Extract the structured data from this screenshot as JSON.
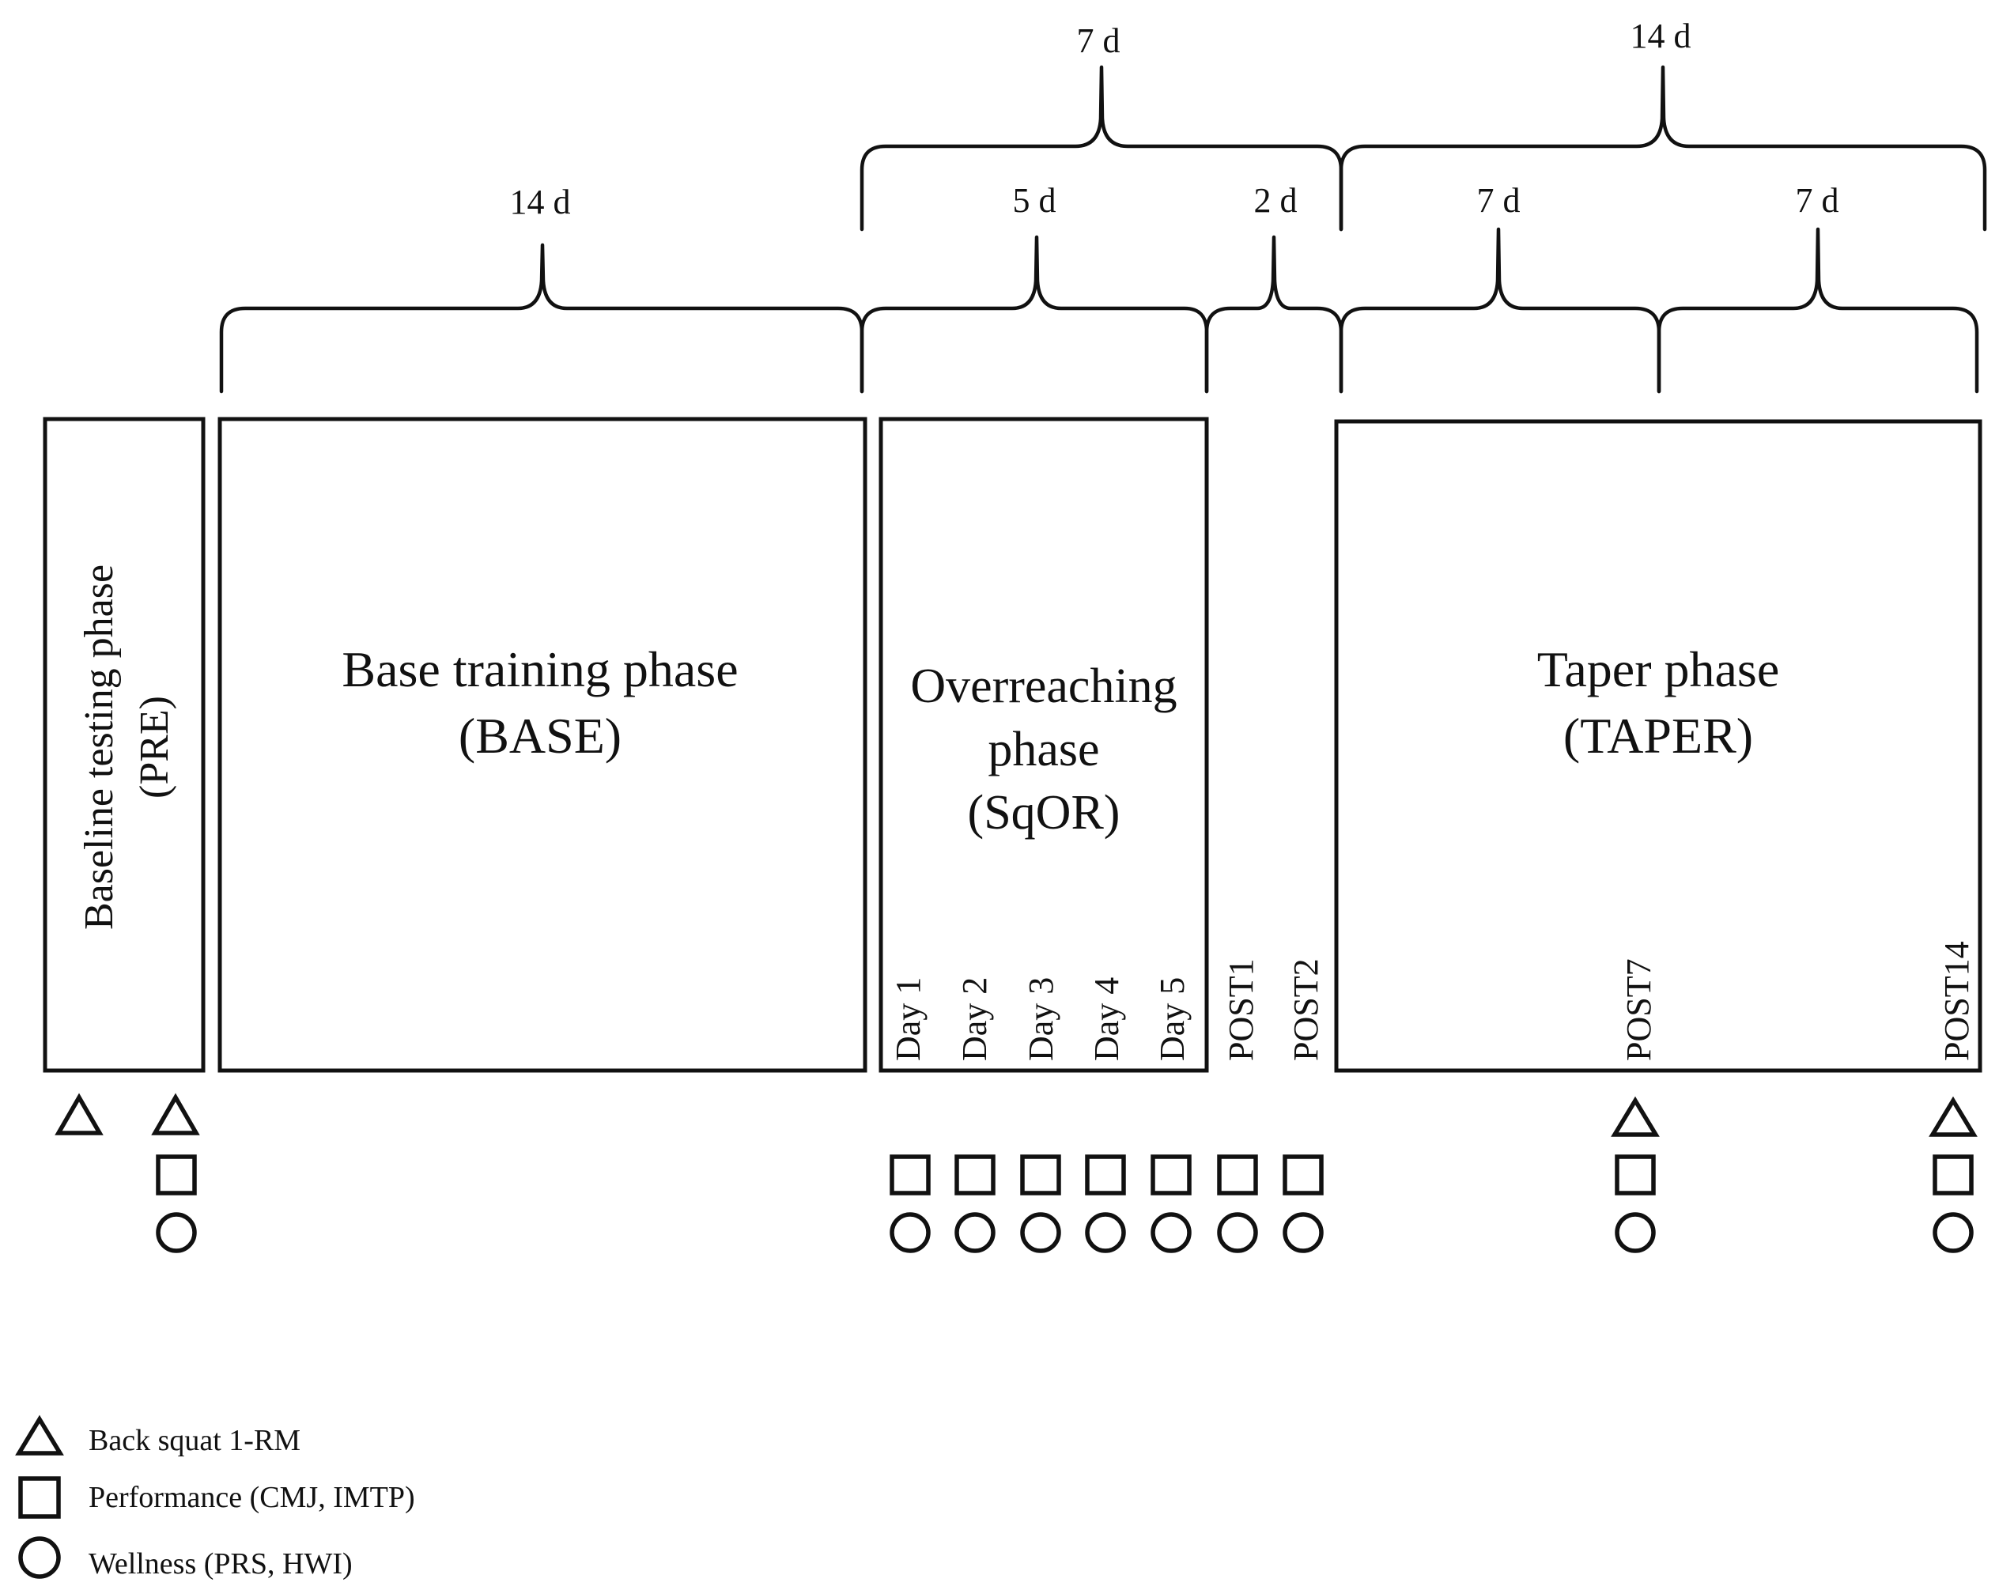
{
  "durations": {
    "base_14d": "14 d",
    "sqor_7d": "7 d",
    "sqor_5d": "5 d",
    "post_2d": "2 d",
    "taper_14d": "14 d",
    "taper_first_7d": "7 d",
    "taper_second_7d": "7 d"
  },
  "phases": {
    "pre": {
      "line1": "Baseline testing phase",
      "line2": "(PRE)"
    },
    "base": {
      "line1": "Base training phase",
      "line2": "(BASE)"
    },
    "sqor": {
      "line1": "Overreaching",
      "line2": "phase",
      "line3": "(SqOR)"
    },
    "taper": {
      "line1": "Taper phase",
      "line2": "(TAPER)"
    }
  },
  "timepoints": [
    "Day 1",
    "Day 2",
    "Day 3",
    "Day 4",
    "Day 5",
    "POST1",
    "POST2",
    "POST7",
    "POST14"
  ],
  "legend": [
    {
      "shape": "triangle",
      "label": "Back squat 1-RM"
    },
    {
      "shape": "square",
      "label": "Performance (CMJ, IMTP)"
    },
    {
      "shape": "circle",
      "label": "Wellness (PRS, HWI)"
    }
  ]
}
